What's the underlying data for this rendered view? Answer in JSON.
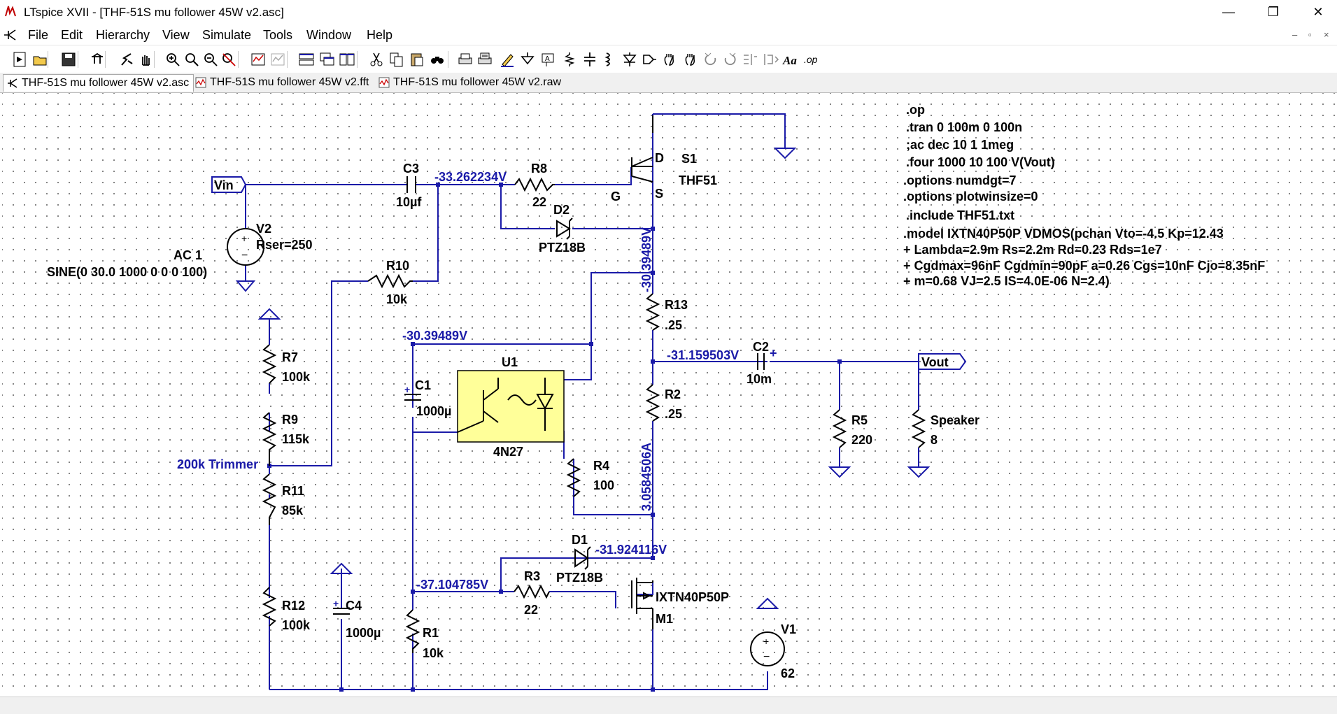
{
  "window": {
    "title": "LTspice XVII - [THF-51S mu follower 45W v2.asc]",
    "min": "—",
    "restore": "❐",
    "close": "✕"
  },
  "menu": {
    "items": [
      "File",
      "Edit",
      "Hierarchy",
      "View",
      "Simulate",
      "Tools",
      "Window",
      "Help"
    ],
    "mdi_min": "–",
    "mdi_restore": "▫",
    "mdi_close": "×"
  },
  "toolbar": {
    "icons": [
      "new-schematic-icon",
      "open-icon",
      "save-icon",
      "control-panel-icon",
      "run-icon",
      "halt-icon",
      "zoom-in-icon",
      "zoom-pan-icon",
      "zoom-out-icon",
      "zoom-full-icon",
      "autorange-icon",
      "fft-icon",
      "tile-horizontal-icon",
      "cascade-icon",
      "tile-vertical-icon",
      "cut-icon",
      "copy-icon",
      "paste-icon",
      "find-icon",
      "print-icon",
      "print-setup-icon",
      "wire-icon",
      "ground-icon",
      "label-net-icon",
      "resistor-icon",
      "capacitor-icon",
      "inductor-icon",
      "diode-icon",
      "component-icon",
      "move-icon",
      "drag-icon",
      "undo-icon",
      "redo-icon",
      "rotate-icon",
      "mirror-icon",
      "text-icon",
      "spice-directive-icon"
    ],
    "text_label": "Aa",
    "op_label": ".op"
  },
  "tabs": [
    {
      "label": "THF-51S mu follower 45W v2.asc",
      "type": "schematic"
    },
    {
      "label": "THF-51S mu follower 45W v2.fft",
      "type": "waveform"
    },
    {
      "label": "THF-51S mu follower 45W v2.raw",
      "type": "waveform"
    }
  ],
  "schematic": {
    "directives": [
      ".op",
      ".tran 0 100m 0 100n",
      ";ac dec 10 1 1meg",
      ".four 1000 10 100 V(Vout)",
      ".options numdgt=7",
      ".options plotwinsize=0",
      ".include THF51.txt",
      ".model IXTN40P50P VDMOS(pchan Vto=-4.5 Kp=12.43",
      "+ Lambda=2.9m Rs=2.2m Rd=0.23 Rds=1e7",
      "+ Cgdmax=96nF Cgdmin=90pF a=0.26 Cgs=10nF Cjo=8.35nF",
      "+ m=0.68 VJ=2.5 IS=4.0E-06 N=2.4)"
    ],
    "ports": {
      "vin": "Vin",
      "vout": "Vout"
    },
    "components": {
      "v2": {
        "name": "V2",
        "value": "Rser=250",
        "ac": "AC 1",
        "source": "SINE(0 30.0 1000 0 0 0 100)"
      },
      "c3": {
        "name": "C3",
        "value": "10µf"
      },
      "r8": {
        "name": "R8",
        "value": "22"
      },
      "d2": {
        "name": "D2",
        "value": "PTZ18B"
      },
      "s1": {
        "name": "S1",
        "value": "THF51",
        "pin_d": "D",
        "pin_g": "G",
        "pin_s": "S"
      },
      "r10": {
        "name": "R10",
        "value": "10k"
      },
      "r7": {
        "name": "R7",
        "value": "100k"
      },
      "r9": {
        "name": "R9",
        "value": "115k"
      },
      "r11": {
        "name": "R11",
        "value": "85k"
      },
      "r12": {
        "name": "R12",
        "value": "100k"
      },
      "c4": {
        "name": "C4",
        "value": "1000µ"
      },
      "c1": {
        "name": "C1",
        "value": "1000µ"
      },
      "u1": {
        "name": "U1",
        "value": "4N27"
      },
      "r4": {
        "name": "R4",
        "value": "100"
      },
      "r13": {
        "name": "R13",
        "value": ".25"
      },
      "r2": {
        "name": "R2",
        "value": ".25"
      },
      "c2": {
        "name": "C2",
        "value": "10m"
      },
      "r5": {
        "name": "R5",
        "value": "220"
      },
      "speaker": {
        "name": "Speaker",
        "value": "8"
      },
      "d1": {
        "name": "D1",
        "value": "PTZ18B"
      },
      "r3": {
        "name": "R3",
        "value": "22"
      },
      "m1": {
        "name": "M1",
        "value": "IXTN40P50P"
      },
      "r1": {
        "name": "R1",
        "value": "10k"
      },
      "v1": {
        "name": "V1",
        "value": "62"
      }
    },
    "nets": {
      "c3_r8": "-33.262234V",
      "r13_top": "-30.39489V",
      "u1_node": "-30.39489V",
      "vout_node": "-31.159503V",
      "d1_node": "-31.924116V",
      "r3_node": "-37.104785V",
      "trimmer": "200k Trimmer",
      "r2_current": "3.0584506A"
    }
  }
}
